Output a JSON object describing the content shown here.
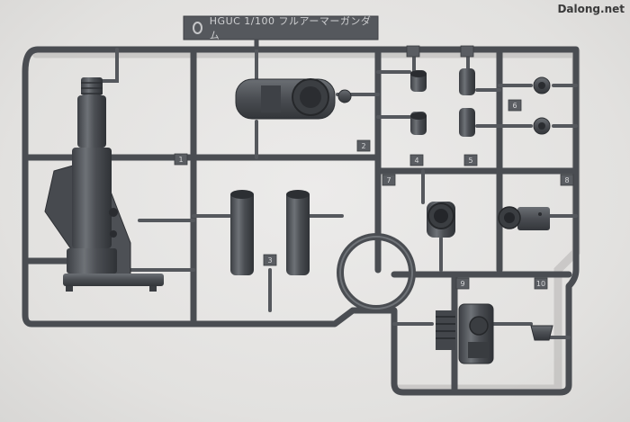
{
  "watermark": "Dalong.net",
  "sprue": {
    "title": "HGUC 1/100 フルアーマーガンダム",
    "colors": {
      "runner": "#4a4d52",
      "runner_light": "#6c7075",
      "background": "#e6e5e3"
    },
    "part_numbers": [
      "1",
      "2",
      "3",
      "4",
      "5",
      "6",
      "7",
      "8",
      "9",
      "10"
    ]
  }
}
